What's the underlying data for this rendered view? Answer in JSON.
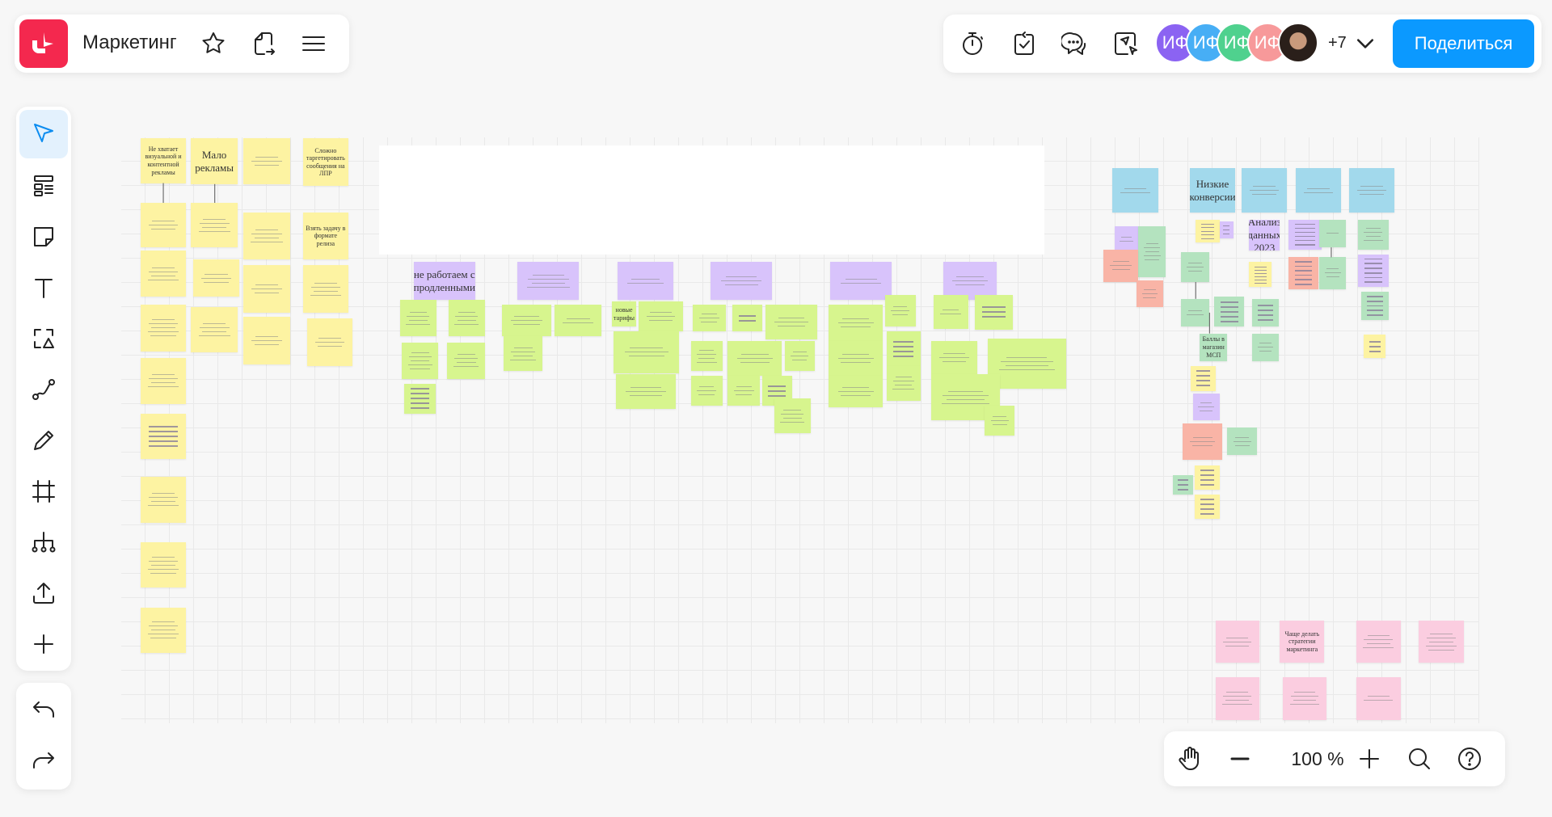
{
  "header": {
    "board_title": "Маркетинг",
    "share_label": "Поделиться",
    "extra_users": "+7",
    "avatars": [
      {
        "initials": "ИФ",
        "color": "#8b63f2"
      },
      {
        "initials": "ИФ",
        "color": "#47aef5"
      },
      {
        "initials": "ИФ",
        "color": "#4fd18e"
      },
      {
        "initials": "ИФ",
        "color": "#f7999a"
      }
    ]
  },
  "zoom": {
    "level": "100 %"
  },
  "colors": {
    "brand": "#f4284e",
    "share": "#0b99ff",
    "yellow": "#fdf3a2",
    "green": "#d7f58e",
    "purple": "#d8c3fb",
    "blue": "#a2d9ec",
    "mint": "#b4e3bf",
    "salmon": "#f9b4a6",
    "pink": "#fbcde0"
  },
  "stickies": {
    "y1": "Не хватает визуальной и контентной рекламы",
    "y2": "Мало рекламы",
    "y3": "Сложно таргетировать сообщения на ЛПР",
    "y4": "Взять задачу в формате релиза",
    "p1": "не работаем с продленными",
    "g1": "новые тарифы",
    "b1": "Низкие конверсии",
    "p2": "Анализ данных 2023",
    "m1": "Баллы в магазин МСП",
    "k1": "Чаще делать стратегии маркетинга"
  }
}
